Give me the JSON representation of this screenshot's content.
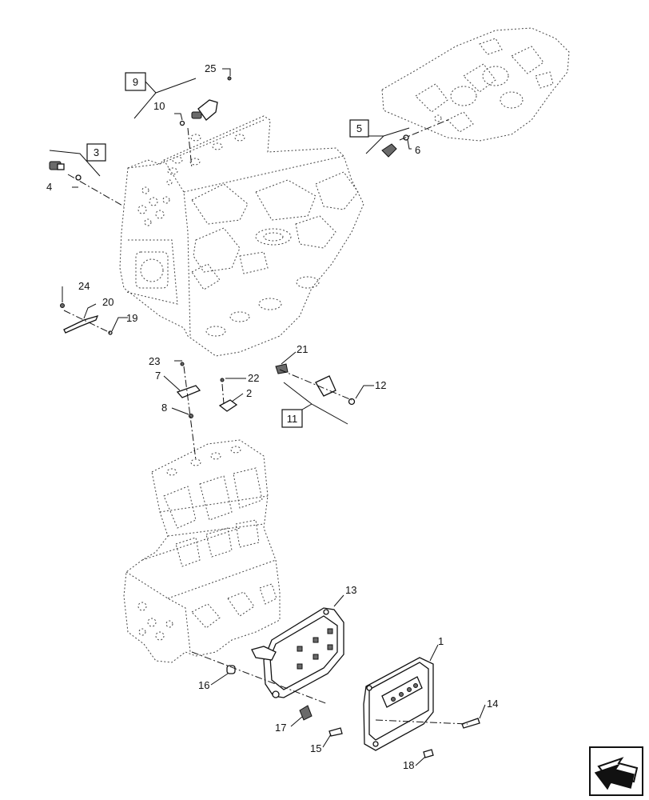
{
  "callouts": {
    "c1": "1",
    "c2": "2",
    "c4": "4",
    "c6": "6",
    "c7": "7",
    "c8": "8",
    "c10": "10",
    "c12": "12",
    "c13": "13",
    "c14": "14",
    "c15": "15",
    "c16": "16",
    "c17": "17",
    "c18": "18",
    "c19": "19",
    "c20": "20",
    "c21": "21",
    "c22": "22",
    "c23": "23",
    "c24": "24",
    "c25": "25"
  },
  "boxed_callouts": {
    "b3": "3",
    "b5": "5",
    "b9": "9",
    "b11": "11"
  },
  "icons": {
    "nav": "previous-arrow-icon"
  }
}
